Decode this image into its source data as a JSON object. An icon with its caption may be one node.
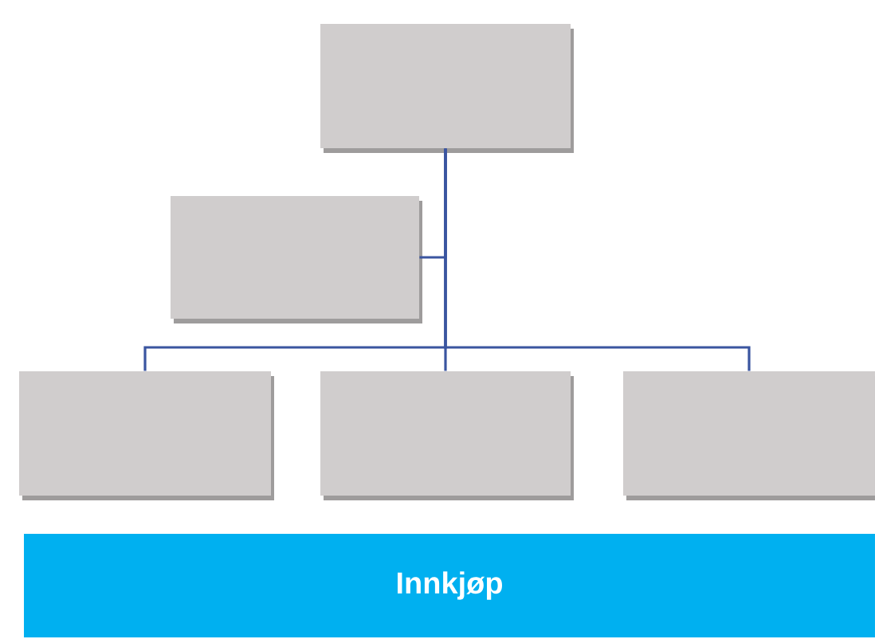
{
  "diagram": {
    "nodes": [
      {
        "text": [],
        "shape": "box"
      },
      {
        "text": [],
        "shape": "box"
      },
      {
        "text": [],
        "shape": "box"
      },
      {
        "text": [],
        "shape": "box"
      },
      {
        "text": [],
        "shape": "box"
      },
      {
        "text": [
          "Innkjøp"
        ]
      }
    ],
    "edges": [
      {
        "from": 0,
        "to": 1,
        "arrow": "none"
      },
      {
        "from": 0,
        "to": 2,
        "arrow": "none"
      },
      {
        "from": 0,
        "to": 3,
        "arrow": "none"
      },
      {
        "from": 0,
        "to": 4,
        "arrow": "none"
      }
    ]
  }
}
